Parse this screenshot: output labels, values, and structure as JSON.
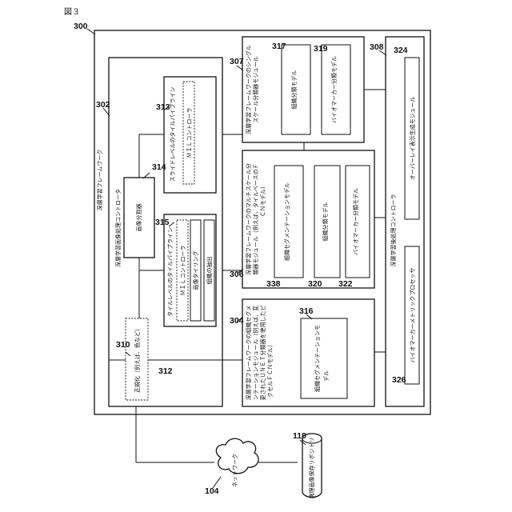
{
  "figure_label": "図３",
  "refs": {
    "r300": "300",
    "r302": "302",
    "r304": "304",
    "r306": "306",
    "r307": "307",
    "r308": "308",
    "r310": "310",
    "r312": "312",
    "r313": "313",
    "r314": "314",
    "r315": "315",
    "r316": "316",
    "r317": "317",
    "r319": "319",
    "r320": "320",
    "r322": "322",
    "r324": "324",
    "r326": "326",
    "r338": "338",
    "r104": "104",
    "r110": "110"
  },
  "labels": {
    "framework": "深層学習フレームワーク",
    "image_proc": "深層学習画像処理コントロータ",
    "tile_pipeline_313": "スライドレベルのタイルパイプライン",
    "mil_313": "ＭＩＬコントローラ",
    "tile_pipeline_315": "タイルレベルのタイルパイプライン",
    "mil_315": "ＭＩＬコントローラ",
    "tiling": "画像タイリング",
    "extraction": "組織の抽出",
    "splitter": "画像分割器",
    "normalize": "正規化（例えば、色など）",
    "seg_module_1": "深層学習フレームワークの組織セグメ",
    "seg_module_2": "ンテーションモジュール（例えば、変",
    "seg_module_3": "更されたＵＮＥＴ分類器を使用したピ",
    "seg_module_4": "クセルＦＣＮモデル）",
    "seg_model_316_1": "組織セグメンテーションモ",
    "seg_model_316_2": "デル",
    "multiscale_1": "深層学習フレームワークのマルチスケール分",
    "multiscale_2": "類器モジュール（例えば、タイルベースのＦ",
    "multiscale_3": "ＣＮモデル）",
    "seg_model_338": "組織セグメンテーションモデル",
    "class_model_320": "組織分類モデル",
    "bio_model_322": "バイオマーカー分類モデル",
    "single_1": "深層学習フレームワークのシングル",
    "single_2": "スケール分類器モジュール",
    "class_model_317": "組織分類モデル",
    "bio_model_319": "バイオマーカー分類モデル",
    "proc_controller": "深層学習後処理コントローラ",
    "overlay": "オーバーレイ表示生成モジュール",
    "bio_metric": "バイオマーカーメトリックプロセッサ",
    "network": "ネットワーク",
    "database": "病理画像保存リポジトリ"
  }
}
